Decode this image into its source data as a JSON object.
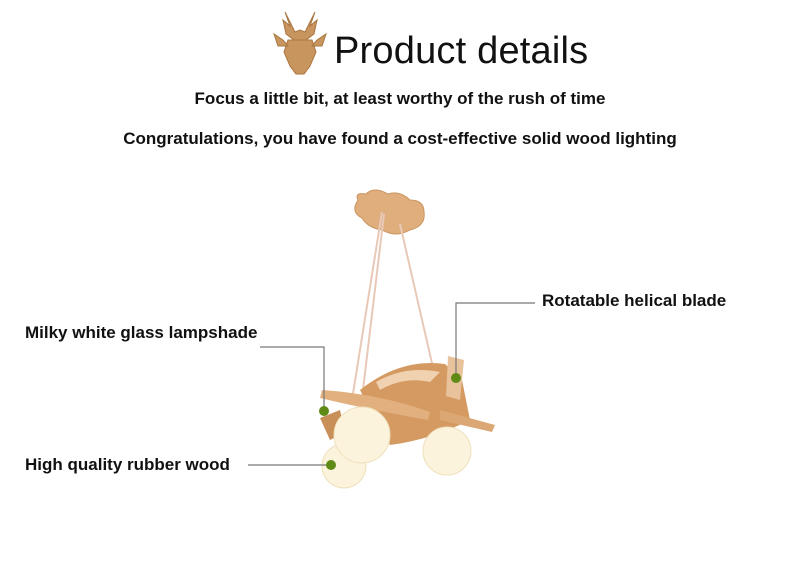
{
  "header": {
    "logo_icon": "deer-head-icon",
    "title": "Product details",
    "subtitle_1": "Focus a little bit, at least worthy of the rush of time",
    "subtitle_2": "Congratulations, you have found a cost-effective solid wood lighting"
  },
  "callouts": [
    {
      "label": "Rotatable helical blade"
    },
    {
      "label": "Milky white glass lampshade"
    },
    {
      "label": "High quality rubber wood"
    }
  ],
  "colors": {
    "dot": "#5f8a16",
    "line": "#777777",
    "wood": "#d9a56f",
    "glass": "#fbf3dc"
  }
}
